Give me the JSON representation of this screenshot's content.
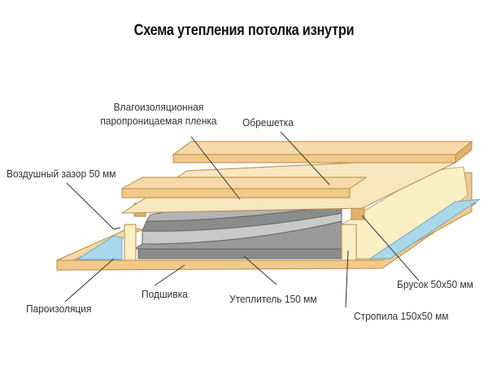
{
  "title": "Схема утепления потолка изнутри",
  "labels": {
    "membrane_line1": "Влагоизоляционная",
    "membrane_line2": "паропроницаемая пленка",
    "battens": "Обрешетка",
    "air_gap": "Воздушный зазор 50 мм",
    "vapor_barrier": "Пароизоляция",
    "lining": "Подшивка",
    "insulation": "Утеплитель 150 мм",
    "bar": "Брусок 50х50 мм",
    "rafters": "Стропила 150х50 мм"
  },
  "colors": {
    "wood": "#f2c98a",
    "wood_dark": "#d9a760",
    "insulation_gray": "#8c8c8c",
    "insulation_light": "#c9c9c9",
    "membrane_blue": "#a9d8ea",
    "wool_yellow": "#fbefc4"
  }
}
